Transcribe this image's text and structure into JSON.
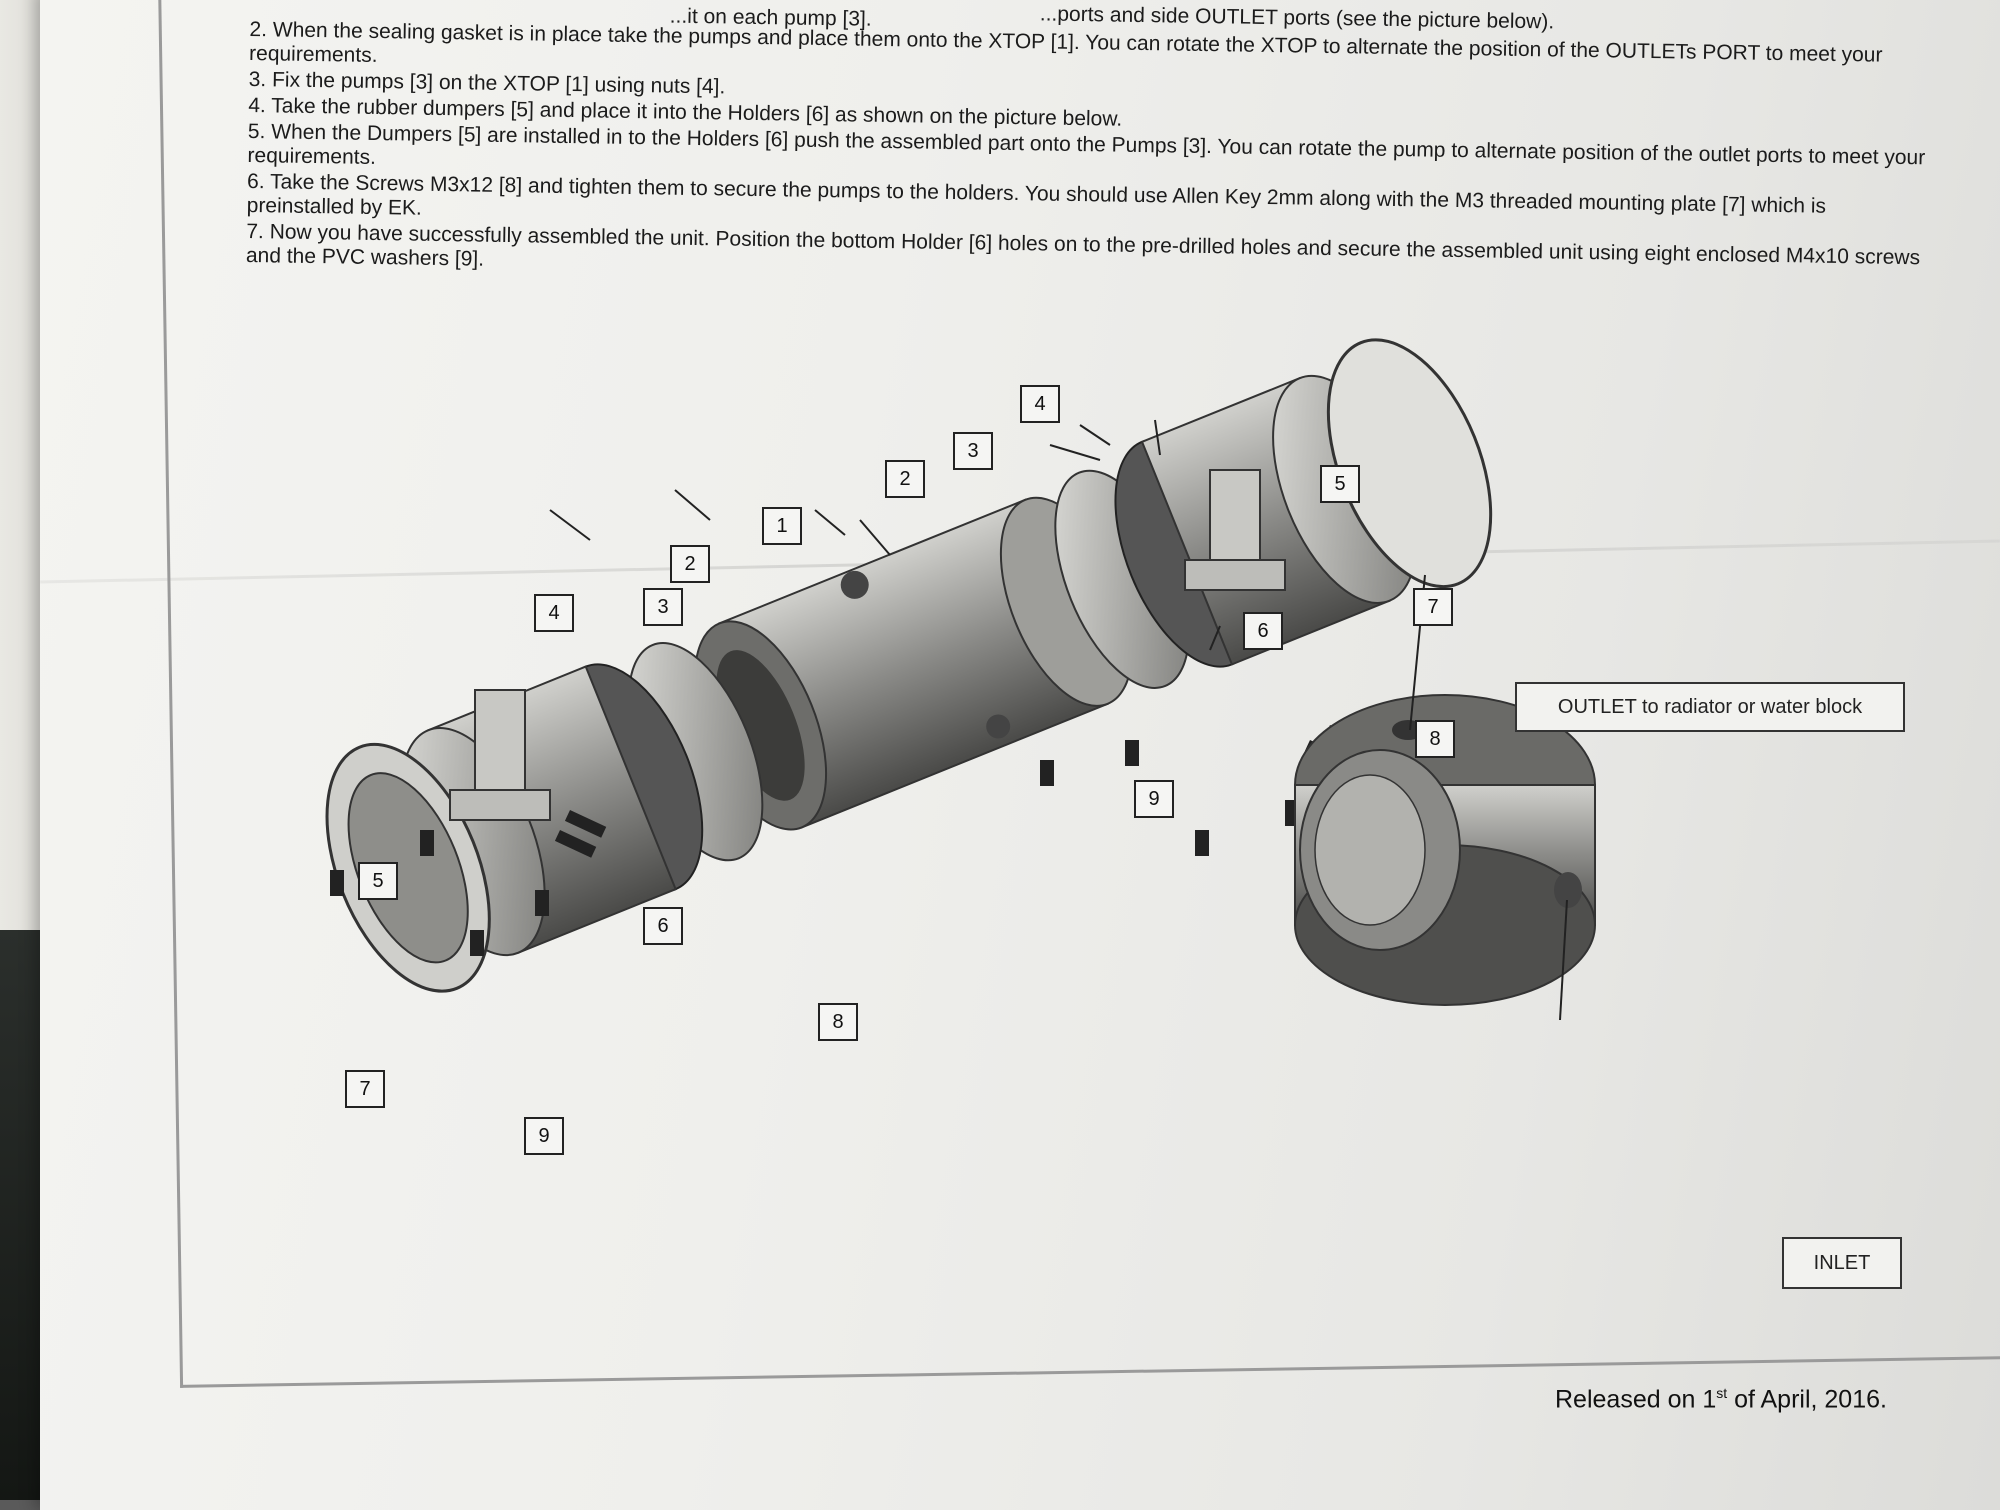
{
  "instructions": {
    "fragment_top_a": "...it on each pump [3].",
    "fragment_top_b": "...ports and side OUTLET ports (see the picture below).",
    "line_2": "2. When the sealing gasket is in place take the pumps and place them onto the XTOP [1]. You can rotate the XTOP to alternate the position of the OUTLETs PORT to meet your requirements.",
    "line_3": "3. Fix the pumps [3] on the XTOP [1] using nuts [4].",
    "line_4": "4. Take the rubber dumpers [5] and place it into the Holders [6] as shown on the picture below.",
    "line_5": "5. When the Dumpers [5] are installed in to the Holders [6] push the assembled part onto the Pumps [3]. You can rotate the pump to alternate position of the outlet ports to meet your requirements.",
    "line_6": "6. Take the Screws M3x12 [8] and tighten them to secure the pumps to the holders. You should use Allen Key 2mm along with the M3 threaded mounting plate [7] which is preinstalled by EK.",
    "line_7": "7. Now you have successfully assembled the unit. Position the bottom Holder [6] holes on to the pre-drilled holes and secure the assembled unit using eight enclosed M4x10 screws and the PVC washers [9]."
  },
  "callouts": {
    "c1": "1",
    "c2_left": "2",
    "c2_right": "2",
    "c3_left": "3",
    "c3_right": "3",
    "c4_left": "4",
    "c4_right": "4",
    "c5_left": "5",
    "c5_right": "5",
    "c6_left": "6",
    "c6_right": "6",
    "c7_left": "7",
    "c7_right": "7",
    "c8_left": "8",
    "c8_right": "8",
    "c9_left": "9",
    "c9_right": "9"
  },
  "detail": {
    "outlet_label": "OUTLET to radiator or water block",
    "inlet_label": "INLET"
  },
  "footer": {
    "released_prefix": "Released on 1",
    "released_sup": "st",
    "released_suffix": " of April, 2016."
  }
}
